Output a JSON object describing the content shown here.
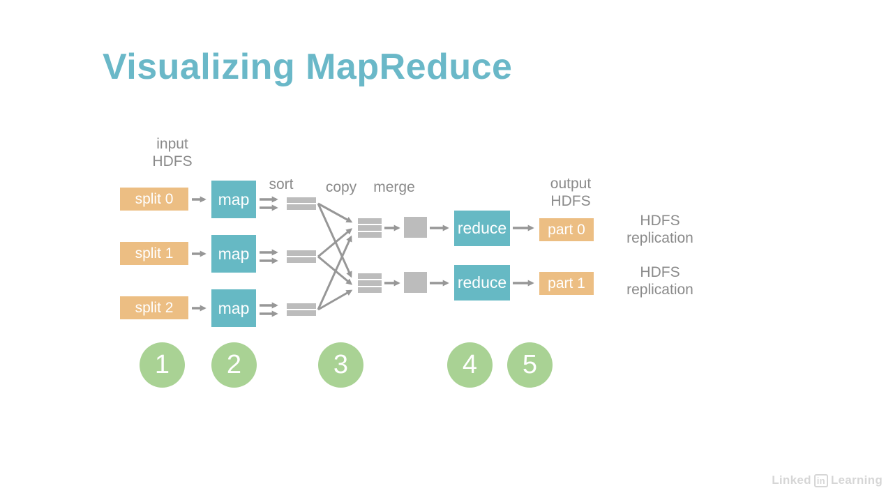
{
  "slide": {
    "title": "Visualizing MapReduce"
  },
  "colors": {
    "background": "#ffffff",
    "title-teal": "#6ab8c8",
    "box-teal": "#66b9c4",
    "box-orange": "#ecbe83",
    "circle-green": "#a9d294",
    "label-gray": "#8a8a8a",
    "bar-gray": "#bcbcbc",
    "arrow-gray": "#979797",
    "logo-gray": "#d6d6d6"
  },
  "diagram": {
    "labels": {
      "input_line1": "input",
      "input_line2": "HDFS",
      "sort": "sort",
      "copy": "copy",
      "merge": "merge",
      "output_line1": "output",
      "output_line2": "HDFS",
      "replication_top_line1": "HDFS",
      "replication_top_line2": "replication",
      "replication_bottom_line1": "HDFS",
      "replication_bottom_line2": "replication"
    },
    "splits": [
      "split 0",
      "split 1",
      "split 2"
    ],
    "maps": [
      "map",
      "map",
      "map"
    ],
    "reduces": [
      "reduce",
      "reduce"
    ],
    "parts": [
      "part 0",
      "part 1"
    ],
    "steps": [
      "1",
      "2",
      "3",
      "4",
      "5"
    ]
  },
  "footer": {
    "logo_linked": "Linked",
    "logo_in": "in",
    "logo_learning": "Learning"
  }
}
